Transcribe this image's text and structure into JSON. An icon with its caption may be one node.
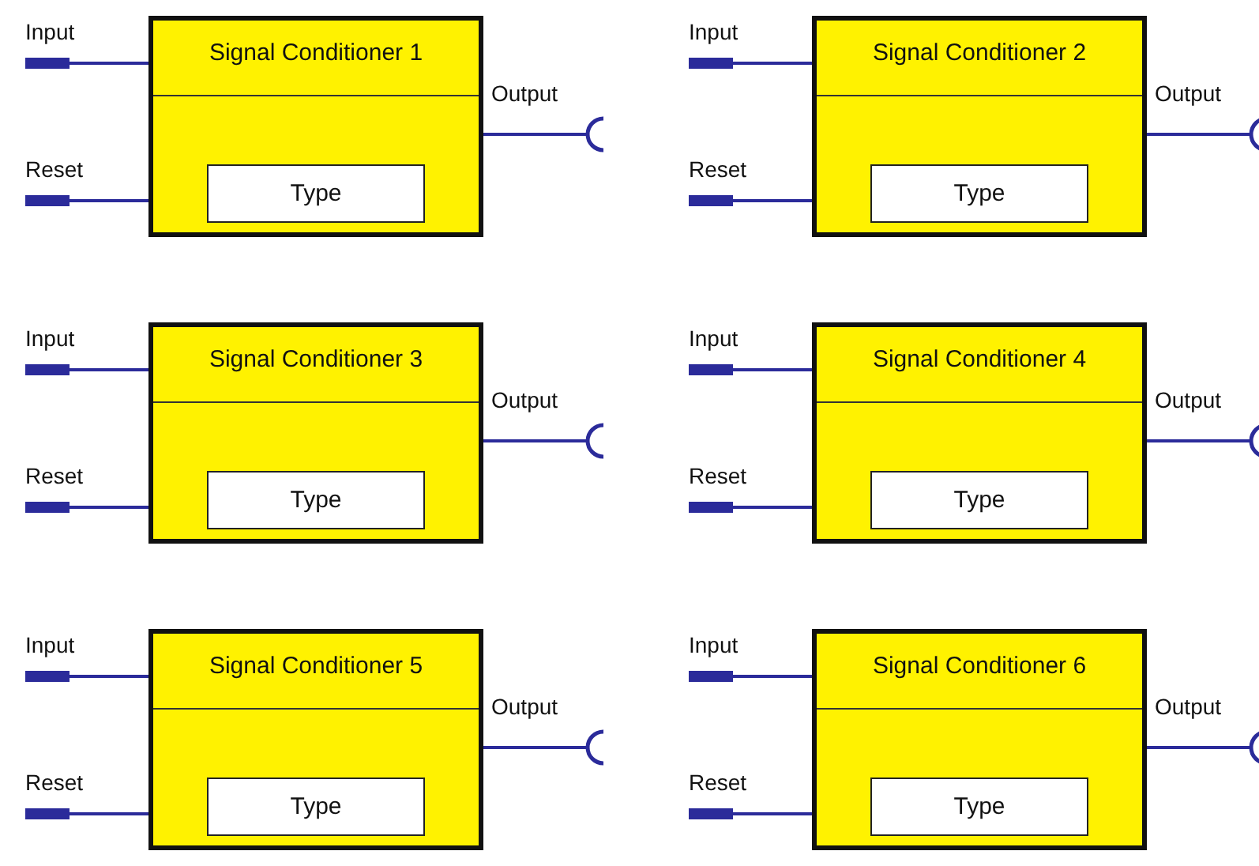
{
  "diagram": {
    "nodes": [
      {
        "text": [
          "Signal Conditioner 1"
        ]
      },
      {
        "text": [
          "Type"
        ],
        "in": 0
      },
      {
        "text": [
          "Signal Conditioner 2"
        ]
      },
      {
        "text": [
          "Type"
        ],
        "in": 2
      },
      {
        "text": [
          "Signal Conditioner 3"
        ]
      },
      {
        "text": [
          "Type"
        ],
        "in": 4
      },
      {
        "text": [
          "Signal Conditioner 4"
        ]
      },
      {
        "text": [
          "Type"
        ],
        "in": 6
      },
      {
        "text": [
          "Signal Conditioner 5"
        ]
      },
      {
        "text": [
          "Type"
        ],
        "in": 8
      },
      {
        "text": [
          "Signal Conditioner 6"
        ]
      },
      {
        "text": [
          "Type"
        ],
        "in": 10
      }
    ],
    "edges": [
      {
        "from": null,
        "to": 0,
        "arrow": "other",
        "label": "Input"
      },
      {
        "from": null,
        "to": 0,
        "arrow": "other",
        "label": "Reset"
      },
      {
        "from": 0,
        "to": null,
        "arrow": "other",
        "label": "Output"
      },
      {
        "from": null,
        "to": 2,
        "arrow": "other",
        "label": "Input"
      },
      {
        "from": null,
        "to": 2,
        "arrow": "other",
        "label": "Reset"
      },
      {
        "from": 2,
        "to": null,
        "arrow": "other",
        "label": "Output"
      },
      {
        "from": null,
        "to": 4,
        "arrow": "other",
        "label": "Input"
      },
      {
        "from": null,
        "to": 4,
        "arrow": "other",
        "label": "Reset"
      },
      {
        "from": 4,
        "to": null,
        "arrow": "other",
        "label": "Output"
      },
      {
        "from": null,
        "to": 6,
        "arrow": "other",
        "label": "Input"
      },
      {
        "from": null,
        "to": 6,
        "arrow": "other",
        "label": "Reset"
      },
      {
        "from": 6,
        "to": null,
        "arrow": "other",
        "label": "Output"
      },
      {
        "from": null,
        "to": 8,
        "arrow": "other",
        "label": "Input"
      },
      {
        "from": null,
        "to": 8,
        "arrow": "other",
        "label": "Reset"
      },
      {
        "from": 8,
        "to": null,
        "arrow": "other",
        "label": "Output"
      },
      {
        "from": null,
        "to": 10,
        "arrow": "other",
        "label": "Input"
      },
      {
        "from": null,
        "to": 10,
        "arrow": "other",
        "label": "Reset"
      },
      {
        "from": 10,
        "to": null,
        "arrow": "other",
        "label": "Output"
      }
    ]
  }
}
